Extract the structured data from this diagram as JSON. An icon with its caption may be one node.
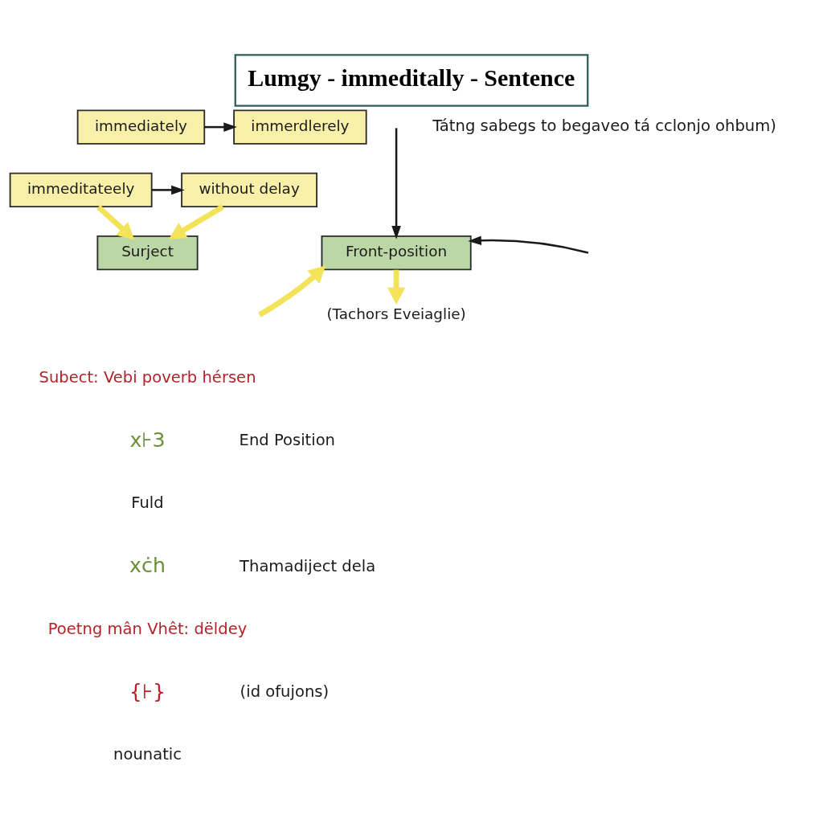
{
  "diagram": {
    "title": "Lumgy - immeditally - Sentence",
    "nodes": [
      {
        "text": [
          "immediately"
        ]
      },
      {
        "text": [
          "immerdlerely"
        ]
      },
      {
        "text": [
          "immeditateely"
        ]
      },
      {
        "text": [
          "without delay"
        ]
      },
      {
        "text": [
          "Surject"
        ]
      },
      {
        "text": [
          "Front-position"
        ]
      },
      {
        "text": [
          "(Tachors Eveiaglie)"
        ]
      }
    ],
    "edges": [
      {
        "from": 0,
        "to": 1,
        "arrow": "to"
      },
      {
        "from": 2,
        "to": 3,
        "arrow": "to"
      },
      {
        "from": 2,
        "to": 4,
        "arrow": "to",
        "style": "thick",
        "color": "#f3e35a"
      },
      {
        "from": 3,
        "to": 4,
        "arrow": "to",
        "style": "thick",
        "color": "#f3e35a"
      },
      {
        "from": null,
        "to": 5,
        "arrow": "to"
      },
      {
        "from": null,
        "to": 5,
        "arrow": "to"
      },
      {
        "from": null,
        "to": 5,
        "arrow": "to",
        "style": "thick",
        "color": "#f3e35a"
      },
      {
        "from": 5,
        "to": 6,
        "arrow": "to",
        "style": "thick",
        "color": "#f3e35a"
      }
    ],
    "labels": [
      "Tátng sabegs to begaveo tá cclonjo ohbum)",
      "Subect: Vebi poverb hérsen",
      "x⊦3",
      "End Position",
      "Fuld",
      "xċh",
      "Thamadiject dela",
      "Poetng mân Vhêt: dëldey",
      "{⊦}",
      "(id ofujons)",
      "nounatic"
    ]
  }
}
